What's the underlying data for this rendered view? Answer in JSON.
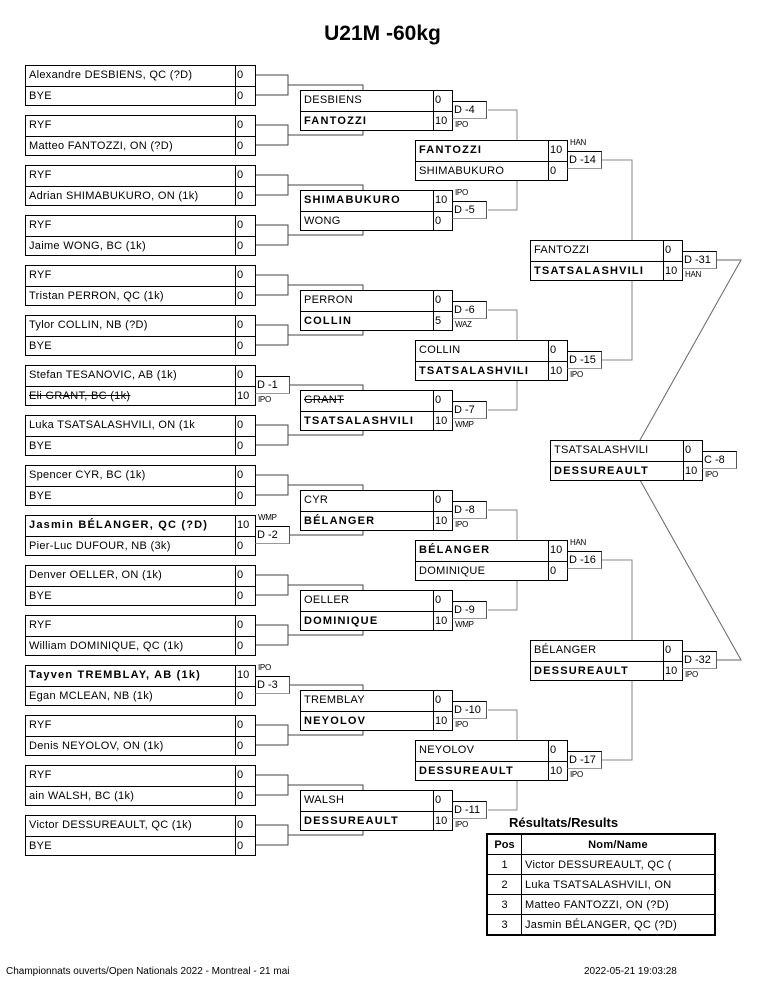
{
  "title": "U21M -60kg",
  "round1": [
    {
      "a": {
        "name": "Alexandre DESBIENS, QC (?D)",
        "score": "0"
      },
      "b": {
        "name": "BYE",
        "score": "0"
      }
    },
    {
      "a": {
        "name": "RYF",
        "score": "0"
      },
      "b": {
        "name": "Matteo FANTOZZI, ON (?D)",
        "score": "0"
      }
    },
    {
      "a": {
        "name": "RYF",
        "score": "0"
      },
      "b": {
        "name": "Adrian SHIMABUKURO, ON (1k)",
        "score": "0"
      }
    },
    {
      "a": {
        "name": "RYF",
        "score": "0"
      },
      "b": {
        "name": "Jaime WONG, BC (1k)",
        "score": "0"
      }
    },
    {
      "a": {
        "name": "RYF",
        "score": "0"
      },
      "b": {
        "name": "Tristan PERRON, QC (1k)",
        "score": "0"
      }
    },
    {
      "a": {
        "name": "Tylor COLLIN, NB (?D)",
        "score": "0"
      },
      "b": {
        "name": "BYE",
        "score": "0"
      }
    },
    {
      "a": {
        "name": "Stefan TESANOVIC, AB (1k)",
        "score": "0"
      },
      "b": {
        "name": "Eli GRANT, BC (1k)",
        "score": "10",
        "strike": true
      },
      "match": "D -1",
      "win": "IPO",
      "winner": "b"
    },
    {
      "a": {
        "name": "Luka TSATSALASHVILI, ON (1k",
        "score": "0"
      },
      "b": {
        "name": "BYE",
        "score": "0"
      }
    },
    {
      "a": {
        "name": "Spencer CYR, BC (1k)",
        "score": "0"
      },
      "b": {
        "name": "BYE",
        "score": "0"
      }
    },
    {
      "a": {
        "name": "Jasmin BÉLANGER, QC (?D)",
        "score": "10",
        "bold": true
      },
      "b": {
        "name": "Pier-Luc DUFOUR, NB (3k)",
        "score": "0"
      },
      "match": "D -2",
      "win": "WMP",
      "winner": "a"
    },
    {
      "a": {
        "name": "Denver OELLER, ON (1k)",
        "score": "0"
      },
      "b": {
        "name": "BYE",
        "score": "0"
      }
    },
    {
      "a": {
        "name": "RYF",
        "score": "0"
      },
      "b": {
        "name": "William DOMINIQUE, QC (1k)",
        "score": "0"
      }
    },
    {
      "a": {
        "name": "Tayven TREMBLAY, AB (1k)",
        "score": "10",
        "bold": true
      },
      "b": {
        "name": "Egan MCLEAN, NB (1k)",
        "score": "0"
      },
      "match": "D -3",
      "win": "IPO",
      "winner": "a"
    },
    {
      "a": {
        "name": "RYF",
        "score": "0"
      },
      "b": {
        "name": "Denis NEYOLOV, ON (1k)",
        "score": "0"
      }
    },
    {
      "a": {
        "name": "RYF",
        "score": "0"
      },
      "b": {
        "name": " ain WALSH, BC (1k)",
        "score": "0"
      }
    },
    {
      "a": {
        "name": "Victor DESSUREAULT, QC (1k)",
        "score": "0"
      },
      "b": {
        "name": "BYE",
        "score": "0"
      }
    }
  ],
  "round2": [
    {
      "a": {
        "name": "DESBIENS",
        "score": "0"
      },
      "b": {
        "name": "FANTOZZI",
        "score": "10",
        "bold": true
      },
      "match": "D -4",
      "win": "IPO",
      "winner": "b"
    },
    {
      "a": {
        "name": "SHIMABUKURO",
        "score": "10",
        "bold": true
      },
      "b": {
        "name": "WONG",
        "score": "0"
      },
      "match": "D -5",
      "win": "IPO",
      "winner": "a"
    },
    {
      "a": {
        "name": "PERRON",
        "score": "0"
      },
      "b": {
        "name": "COLLIN",
        "score": "5",
        "bold": true
      },
      "match": "D -6",
      "win": "WAZ",
      "winner": "b"
    },
    {
      "a": {
        "name": "GRANT",
        "score": "0",
        "strike": true
      },
      "b": {
        "name": "TSATSALASHVILI",
        "score": "10",
        "bold": true
      },
      "match": "D -7",
      "win": "WMP",
      "winner": "b"
    },
    {
      "a": {
        "name": "CYR",
        "score": "0"
      },
      "b": {
        "name": "BÉLANGER",
        "score": "10",
        "bold": true
      },
      "match": "D -8",
      "win": "IPO",
      "winner": "b"
    },
    {
      "a": {
        "name": "OELLER",
        "score": "0"
      },
      "b": {
        "name": "DOMINIQUE",
        "score": "10",
        "bold": true
      },
      "match": "D -9",
      "win": "WMP",
      "winner": "b"
    },
    {
      "a": {
        "name": "TREMBLAY",
        "score": "0"
      },
      "b": {
        "name": "NEYOLOV",
        "score": "10",
        "bold": true
      },
      "match": "D -10",
      "win": "IPO",
      "winner": "b"
    },
    {
      "a": {
        "name": "WALSH",
        "score": "0"
      },
      "b": {
        "name": "DESSUREAULT",
        "score": "10",
        "bold": true
      },
      "match": "D -11",
      "win": "IPO",
      "winner": "b"
    }
  ],
  "round3": [
    {
      "a": {
        "name": "FANTOZZI",
        "score": "10",
        "bold": true
      },
      "b": {
        "name": "SHIMABUKURO",
        "score": "0"
      },
      "match": "D -14",
      "win": "HAN",
      "winner": "a"
    },
    {
      "a": {
        "name": "COLLIN",
        "score": "0"
      },
      "b": {
        "name": "TSATSALASHVILI",
        "score": "10",
        "bold": true
      },
      "match": "D -15",
      "win": "IPO",
      "winner": "b"
    },
    {
      "a": {
        "name": "BÉLANGER",
        "score": "10",
        "bold": true
      },
      "b": {
        "name": "DOMINIQUE",
        "score": "0"
      },
      "match": "D -16",
      "win": "HAN",
      "winner": "a"
    },
    {
      "a": {
        "name": "NEYOLOV",
        "score": "0"
      },
      "b": {
        "name": "DESSUREAULT",
        "score": "10",
        "bold": true
      },
      "match": "D -17",
      "win": "IPO",
      "winner": "b"
    }
  ],
  "round4": [
    {
      "a": {
        "name": "FANTOZZI",
        "score": "0"
      },
      "b": {
        "name": "TSATSALASHVILI",
        "score": "10",
        "bold": true
      },
      "match": "D -31",
      "win": "HAN",
      "winner": "b"
    },
    {
      "a": {
        "name": "BÉLANGER",
        "score": "0"
      },
      "b": {
        "name": "DESSUREAULT",
        "score": "10",
        "bold": true
      },
      "match": "D -32",
      "win": "IPO",
      "winner": "b"
    }
  ],
  "final": [
    {
      "a": {
        "name": "TSATSALASHVILI",
        "score": "0"
      },
      "b": {
        "name": "DESSUREAULT",
        "score": "10",
        "bold": true
      },
      "match": "C -8",
      "win": "IPO",
      "winner": "b"
    }
  ],
  "results": {
    "title": "Résultats/Results",
    "headers": [
      "Pos",
      "Nom/Name"
    ],
    "rows": [
      {
        "pos": "1",
        "name": "Victor DESSUREAULT, QC ("
      },
      {
        "pos": "2",
        "name": "Luka TSATSALASHVILI, ON"
      },
      {
        "pos": "3",
        "name": "Matteo FANTOZZI, ON (?D)"
      },
      {
        "pos": "3",
        "name": "Jasmin BÉLANGER, QC (?D)"
      }
    ]
  },
  "footer": {
    "left": "Championnats ouverts/Open Nationals 2022 - Montreal - 21 mai",
    "right": "2022-05-21 19:03:28"
  }
}
